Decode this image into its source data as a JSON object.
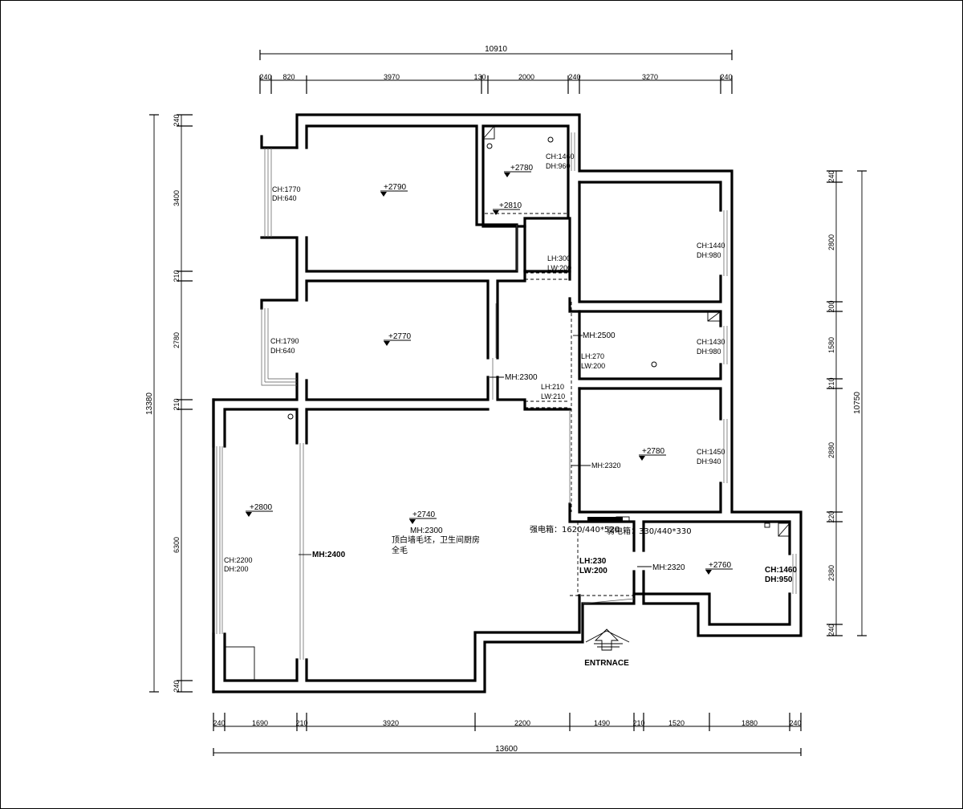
{
  "dimensions": {
    "top_total": "10910",
    "top_segments": [
      "240",
      "820",
      "3970",
      "130",
      "2000",
      "240",
      "3270",
      "240"
    ],
    "bottom_total": "13600",
    "bottom_segments": [
      "240",
      "1690",
      "210",
      "3920",
      "2200",
      "1490",
      "210",
      "1520",
      "1880",
      "240"
    ],
    "left_total": "13380",
    "left_segments": [
      "240",
      "3400",
      "210",
      "2780",
      "210",
      "6300",
      "240"
    ],
    "right_total": "10750",
    "right_segments": [
      "240",
      "2800",
      "200",
      "1580",
      "210",
      "2880",
      "220",
      "2380",
      "240"
    ]
  },
  "rooms": {
    "top_bedroom_elev": "+2790",
    "bath_top_elev": "+2780",
    "bath_top_lower_elev": "+2810",
    "mid_bedroom_elev": "+2770",
    "balcony_elev": "+2800",
    "living_elev": "+2740",
    "right_lower_bedroom_elev": "+2780",
    "kitchen_elev": "+2760"
  },
  "windows": {
    "w_bath_top": [
      "CH:1460",
      "DH:960"
    ],
    "w_left_top": [
      "CH:1770",
      "DH:640"
    ],
    "w_left_mid": [
      "CH:1790",
      "DH:640"
    ],
    "w_right_top": [
      "CH:1440",
      "DH:980"
    ],
    "w_right_mid": [
      "CH:1430",
      "DH:980"
    ],
    "w_right_low": [
      "CH:1450",
      "DH:940"
    ],
    "w_balcony": [
      "CH:2200",
      "DH:200"
    ],
    "w_kitchen": [
      "CH:1460",
      "DH:950"
    ]
  },
  "openings": {
    "o_corr_top": [
      "LH:300",
      "LW:200"
    ],
    "o_corr_mid": [
      "LH:270",
      "LW:200"
    ],
    "o_corr_low": [
      "LH:210",
      "LW:210"
    ],
    "o_entry": [
      "LH:230",
      "LW:200"
    ]
  },
  "door_heights": {
    "mh_2500": "MH:2500",
    "mh_2300_mid": "MH:2300",
    "mh_2320_right": "MH:2320",
    "mh_2400_balcony": "MH:2400",
    "mh_2320_kitchen": "MH:2320"
  },
  "living_notes": {
    "mh": "MH:2300",
    "note_line1": "顶白墙毛坯，卫生间厨房",
    "note_line2": "全毛"
  },
  "panels": {
    "strong": "强电箱：1620/440*520",
    "weak": "弱电箱：330/440*330"
  },
  "entrance_label": "ENTRNACE"
}
